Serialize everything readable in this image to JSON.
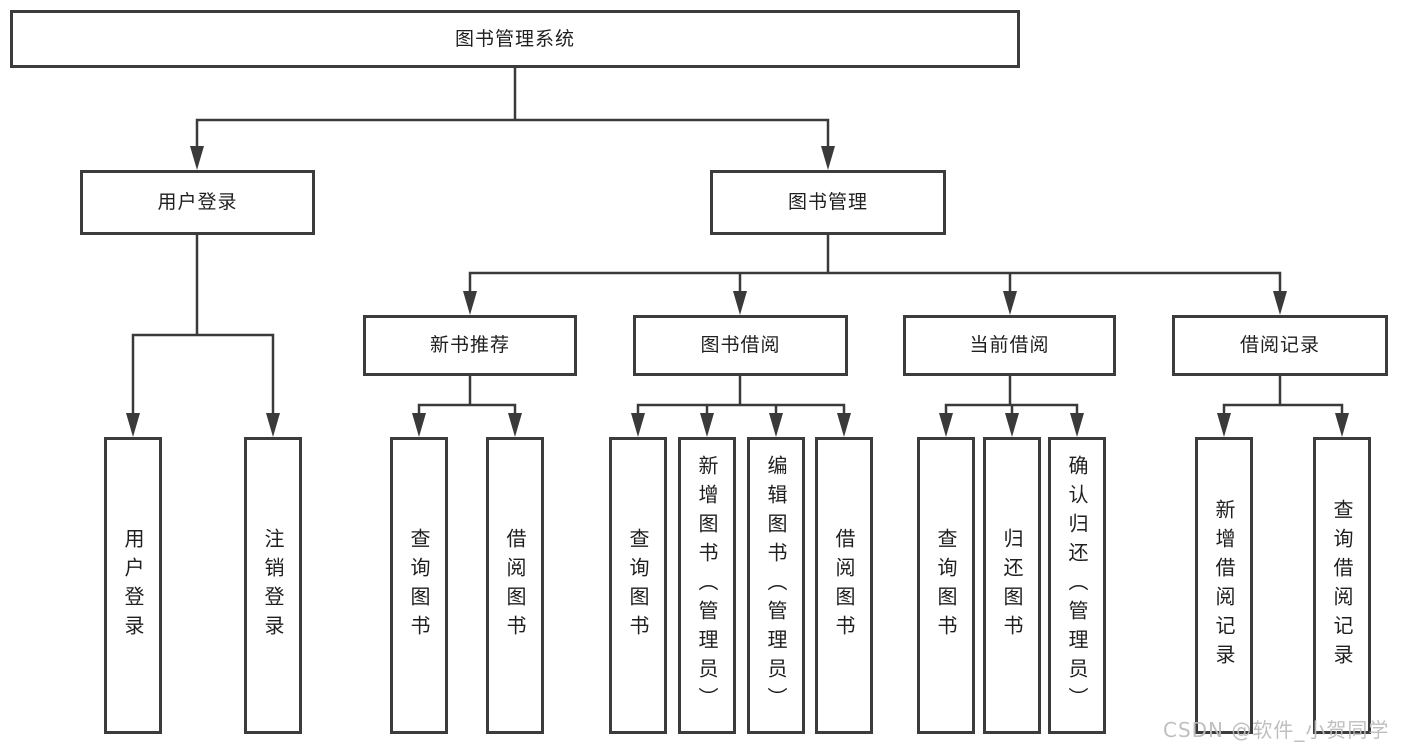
{
  "nodes": {
    "root": {
      "label": "图书管理系统"
    },
    "user_login": {
      "label": "用户登录"
    },
    "book_management": {
      "label": "图书管理"
    },
    "new_book_recommend": {
      "label": "新书推荐"
    },
    "book_borrowing": {
      "label": "图书借阅"
    },
    "current_borrowing": {
      "label": "当前借阅"
    },
    "borrowing_records": {
      "label": "借阅记录"
    },
    "leaf_user_login": {
      "label": "用户登录"
    },
    "leaf_logout": {
      "label": "注销登录"
    },
    "leaf_query_books_recommend": {
      "label": "查询图书"
    },
    "leaf_borrow_books_recommend": {
      "label": "借阅图书"
    },
    "leaf_query_books_borrow": {
      "label": "查询图书"
    },
    "leaf_add_books_admin": {
      "label": "新增图书（管理员）"
    },
    "leaf_edit_books_admin": {
      "label": "编辑图书（管理员）"
    },
    "leaf_borrow_books_borrow": {
      "label": "借阅图书"
    },
    "leaf_query_books_current": {
      "label": "查询图书"
    },
    "leaf_return_books": {
      "label": "归还图书"
    },
    "leaf_confirm_return_admin": {
      "label": "确认归还（管理员）"
    },
    "leaf_add_borrow_record": {
      "label": "新增借阅记录"
    },
    "leaf_query_borrow_record": {
      "label": "查询借阅记录"
    }
  },
  "hierarchy": {
    "图书管理系统": {
      "用户登录": [
        "用户登录",
        "注销登录"
      ],
      "图书管理": {
        "新书推荐": [
          "查询图书",
          "借阅图书"
        ],
        "图书借阅": [
          "查询图书",
          "新增图书（管理员）",
          "编辑图书（管理员）",
          "借阅图书"
        ],
        "当前借阅": [
          "查询图书",
          "归还图书",
          "确认归还（管理员）"
        ],
        "借阅记录": [
          "新增借阅记录",
          "查询借阅记录"
        ]
      }
    }
  },
  "watermark": {
    "text": "CSDN @软件_小贺同学"
  },
  "colors": {
    "line": "#3a3a3a",
    "box_border": "#3c3c3c",
    "text": "#1f1f1f",
    "background": "#ffffff",
    "watermark": "#bcbcbc"
  }
}
